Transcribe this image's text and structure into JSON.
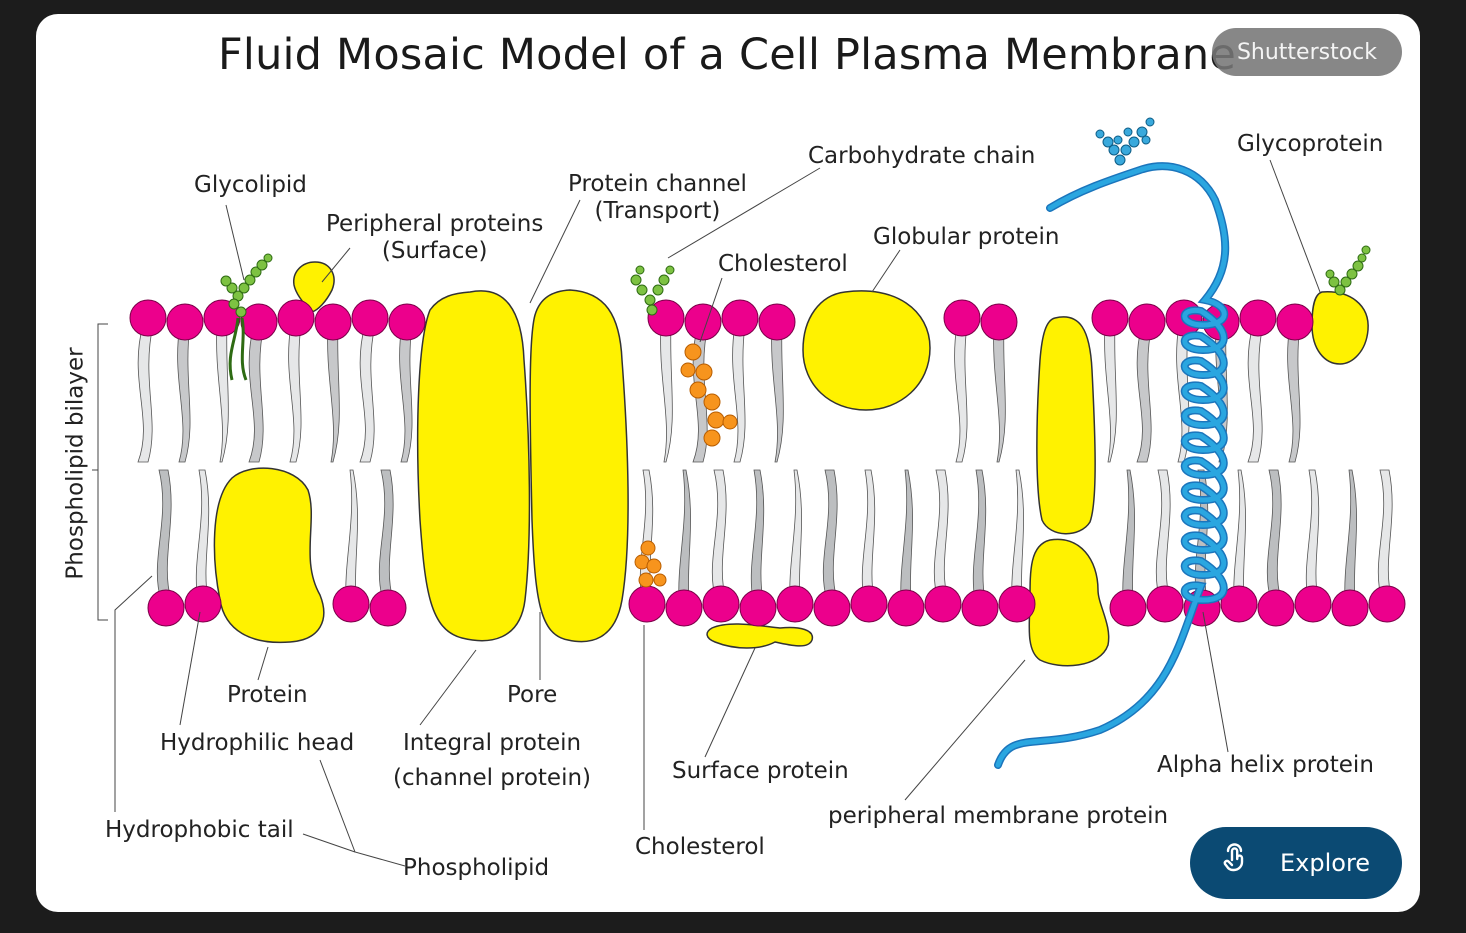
{
  "title": "Fluid Mosaic Model of a Cell Plasma Membrane",
  "watermark": "Shutterstock",
  "explore_label": "Explore",
  "colors": {
    "head": "#ec008c",
    "protein": "#fff200",
    "helix": "#2aa6e0",
    "carb_glycolipid": "#7dc242",
    "carb_protein": "#39a9dc",
    "cholesterol": "#f7941d",
    "tail_dark": "#a7a9ac",
    "explore_bg": "#0b4a73"
  },
  "labels": {
    "glycolipid": "Glycolipid",
    "peripheral_proteins": "Peripheral proteins",
    "peripheral_surface": "(Surface)",
    "protein_channel": "Protein channel",
    "protein_channel_transport": "(Transport)",
    "carbohydrate_chain": "Carbohydrate chain",
    "cholesterol_top": "Cholesterol",
    "globular_protein": "Globular protein",
    "glycoprotein": "Glycoprotein",
    "phospholipid_bilayer": "Phospholipid bilayer",
    "protein": "Protein",
    "pore": "Pore",
    "hydrophilic_head": "Hydrophilic head",
    "integral_protein": "Integral protein",
    "integral_protein_sub": "(channel protein)",
    "surface_protein": "Surface protein",
    "alpha_helix_protein": "Alpha helix protein",
    "peripheral_membrane_protein": "peripheral membrane protein",
    "hydrophobic_tail": "Hydrophobic tail",
    "phospholipid": "Phospholipid",
    "cholesterol_bottom": "Cholesterol"
  },
  "icons": {
    "explore": "touch-hand-icon"
  }
}
